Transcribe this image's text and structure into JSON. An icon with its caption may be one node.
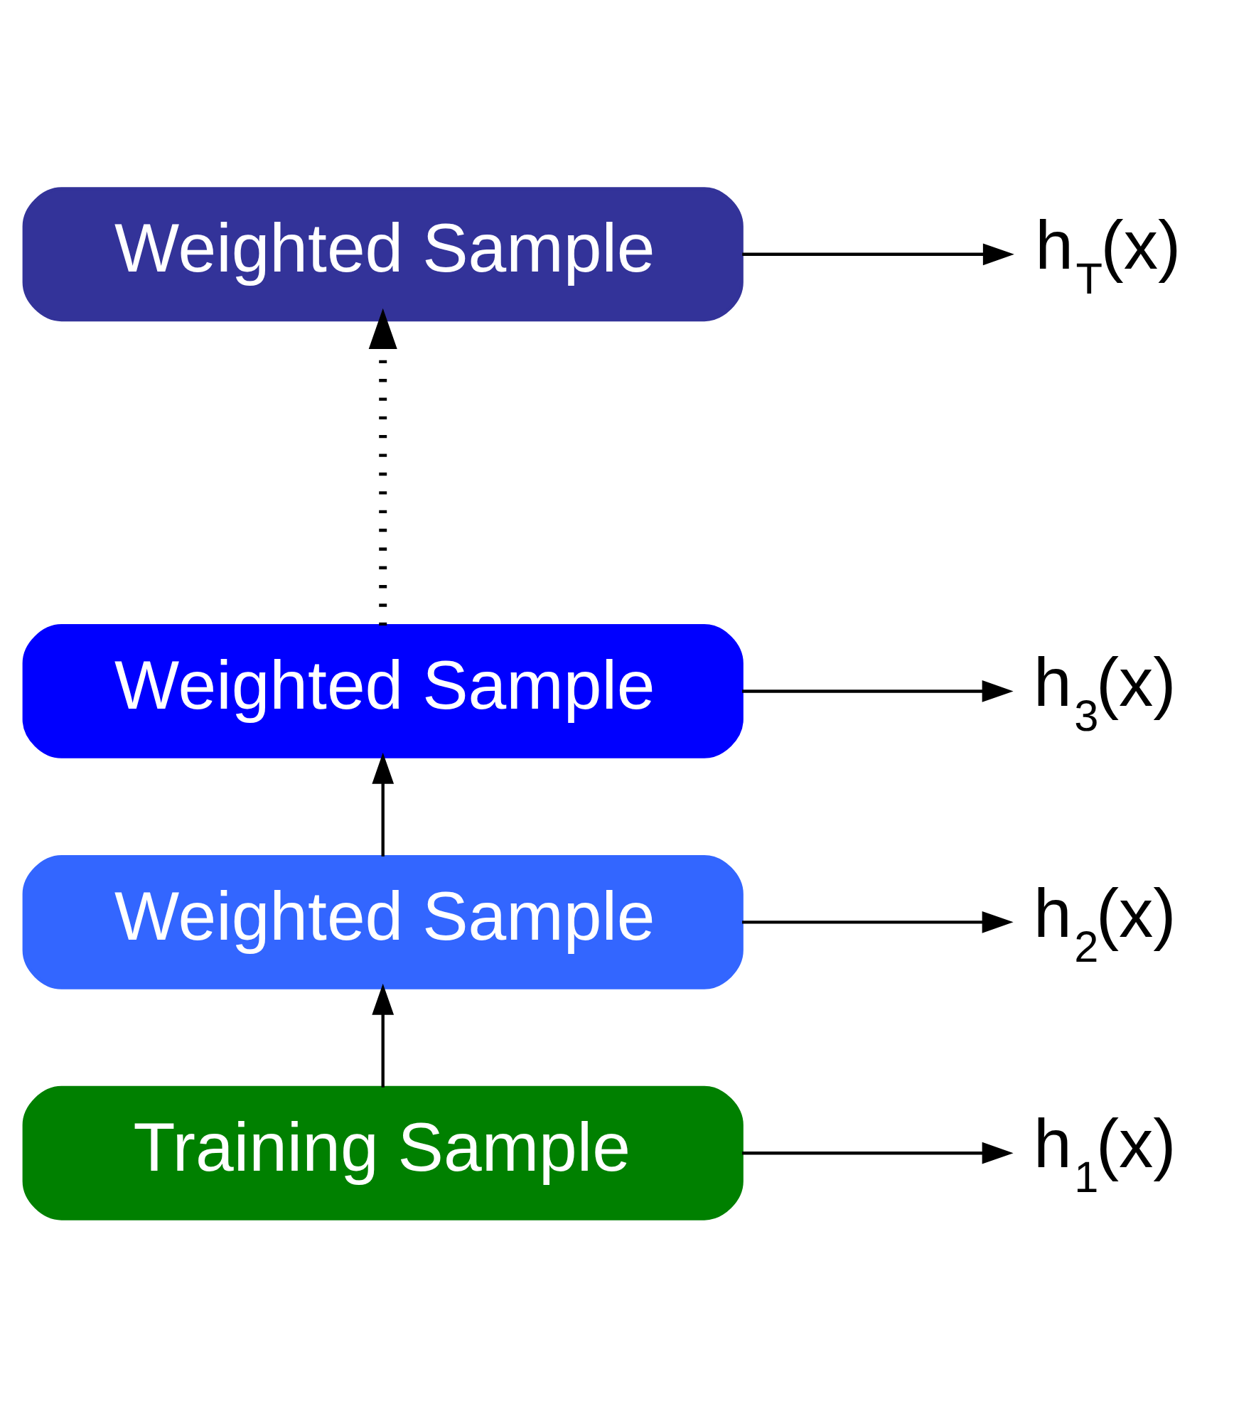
{
  "diagram": {
    "nodes": [
      {
        "text": [
          "Weighted Sample"
        ]
      },
      {
        "text": [
          "Weighted Sample"
        ]
      },
      {
        "text": [
          "Weighted Sample"
        ]
      },
      {
        "text": [
          "Training Sample"
        ]
      },
      {
        "text": [
          "h$_{T}$(x)"
        ]
      },
      {
        "text": [
          "h$_{3}$(x)"
        ]
      },
      {
        "text": [
          "h$_{2}$(x)"
        ]
      },
      {
        "text": [
          "h$_{1}$(x)"
        ]
      }
    ],
    "edges": [
      {
        "from": 3,
        "to": 2,
        "arrow": "to"
      },
      {
        "from": 2,
        "to": 1,
        "arrow": "to"
      },
      {
        "from": 1,
        "to": 0,
        "arrow": "to",
        "style": "dashed"
      },
      {
        "from": 0,
        "to": 4,
        "arrow": "to"
      },
      {
        "from": 1,
        "to": 5,
        "arrow": "to"
      },
      {
        "from": 2,
        "to": 6,
        "arrow": "to"
      },
      {
        "from": 3,
        "to": 7,
        "arrow": "to"
      }
    ]
  }
}
